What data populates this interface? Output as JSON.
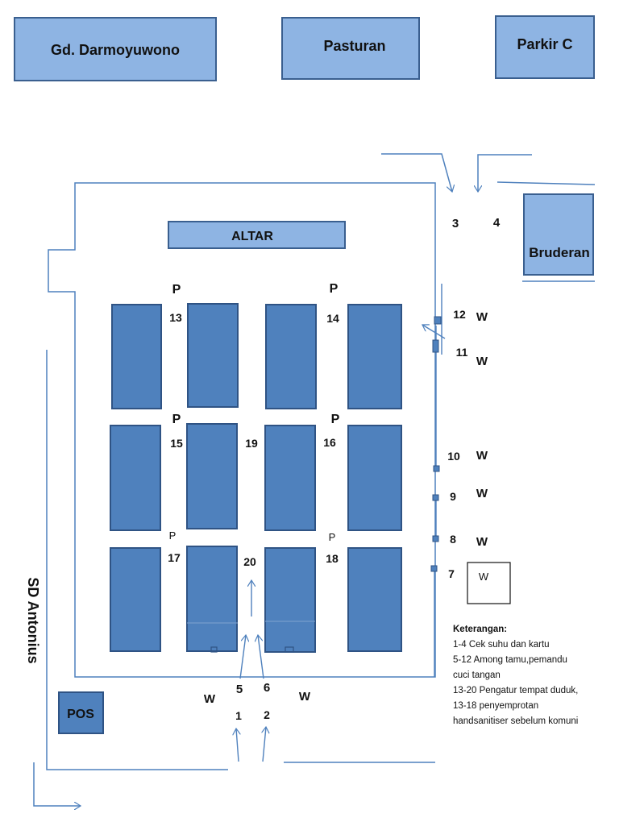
{
  "colors": {
    "building_fill": "#8eb4e3",
    "building_stroke": "#3a5f8f",
    "pew_fill": "#4f81bd",
    "pew_stroke": "#2f5384",
    "line": "#4f81bd"
  },
  "buildings": {
    "darmoyuwono": "Gd. Darmoyuwono",
    "pasturan": "Pasturan",
    "parkir_c": "Parkir C",
    "bruderan": "Bruderan",
    "altar": "ALTAR",
    "pos": "POS",
    "sd_antonius": "SD Antonius"
  },
  "labels": {
    "p": "P",
    "w": "W",
    "n1": "1",
    "n2": "2",
    "n3": "3",
    "n4": "4",
    "n5": "5",
    "n6": "6",
    "n7": "7",
    "n8": "8",
    "n9": "9",
    "n10": "10",
    "n11": "11",
    "n12": "12",
    "n13": "13",
    "n14": "14",
    "n15": "15",
    "n16": "16",
    "n17": "17",
    "n18": "18",
    "n19": "19",
    "n20": "20"
  },
  "legend": {
    "title": "Keterangan:",
    "l1": "1-4 Cek suhu dan kartu",
    "l2": "5-12 Among tamu,pemandu",
    "l3": "cuci  tangan",
    "l4": "13-20 Pengatur tempat duduk,",
    "l5": "13-18 penyemprotan",
    "l6": "handsanitiser sebelum komuni"
  }
}
